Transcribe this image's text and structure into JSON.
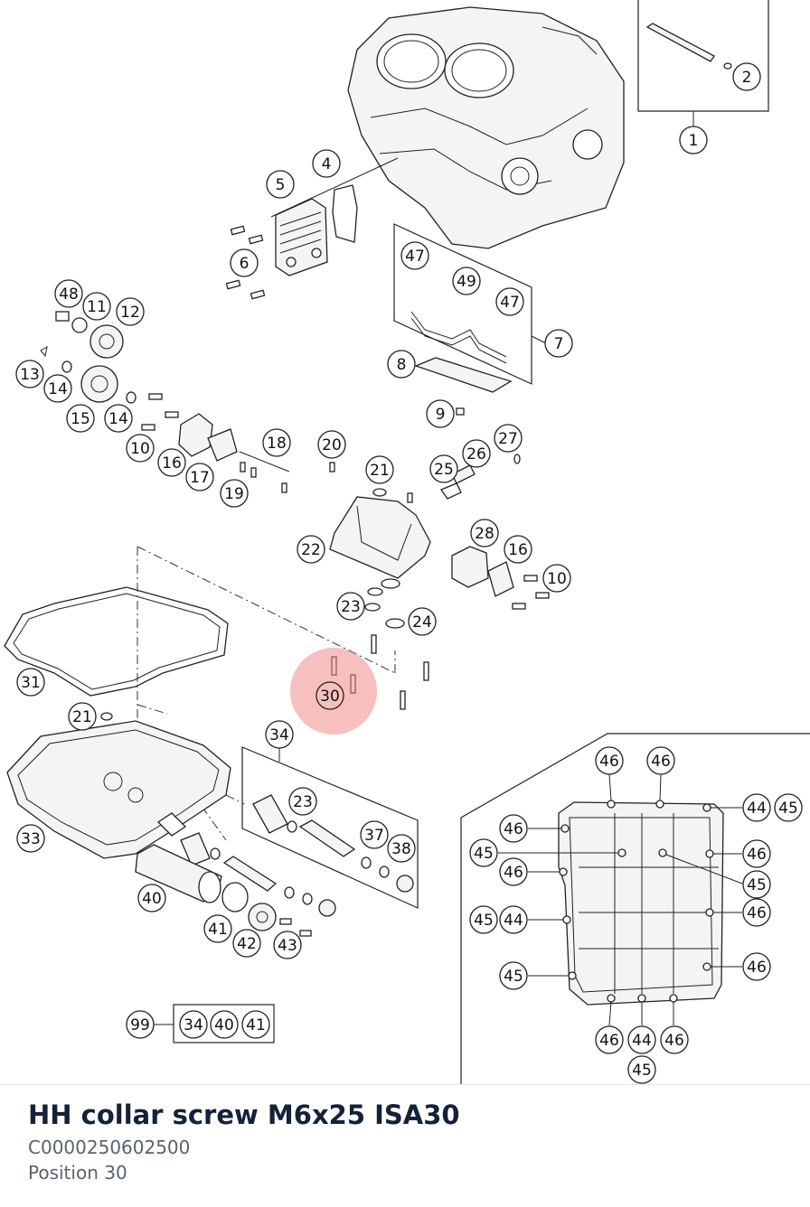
{
  "part": {
    "title": "HH collar screw M6x25 ISA30",
    "number": "C0000250602500",
    "position": "Position 30"
  },
  "highlight_color": "#f28b8b",
  "diagram": {
    "callouts": [
      "1",
      "2",
      "4",
      "5",
      "6",
      "7",
      "8",
      "9",
      "10",
      "10",
      "11",
      "12",
      "13",
      "14",
      "14",
      "15",
      "16",
      "16",
      "17",
      "18",
      "19",
      "20",
      "21",
      "21",
      "22",
      "23",
      "23",
      "24",
      "25",
      "26",
      "27",
      "28",
      "30",
      "31",
      "33",
      "34",
      "37",
      "38",
      "40",
      "41",
      "42",
      "43",
      "47",
      "47",
      "48",
      "49"
    ],
    "kit_label": "99",
    "kit_members": [
      "34",
      "40",
      "41"
    ],
    "inset_callouts": [
      "46",
      "46",
      "44",
      "45",
      "46",
      "45",
      "46",
      "45",
      "46",
      "45",
      "44",
      "46",
      "45",
      "46",
      "46",
      "44",
      "46",
      "45"
    ]
  }
}
